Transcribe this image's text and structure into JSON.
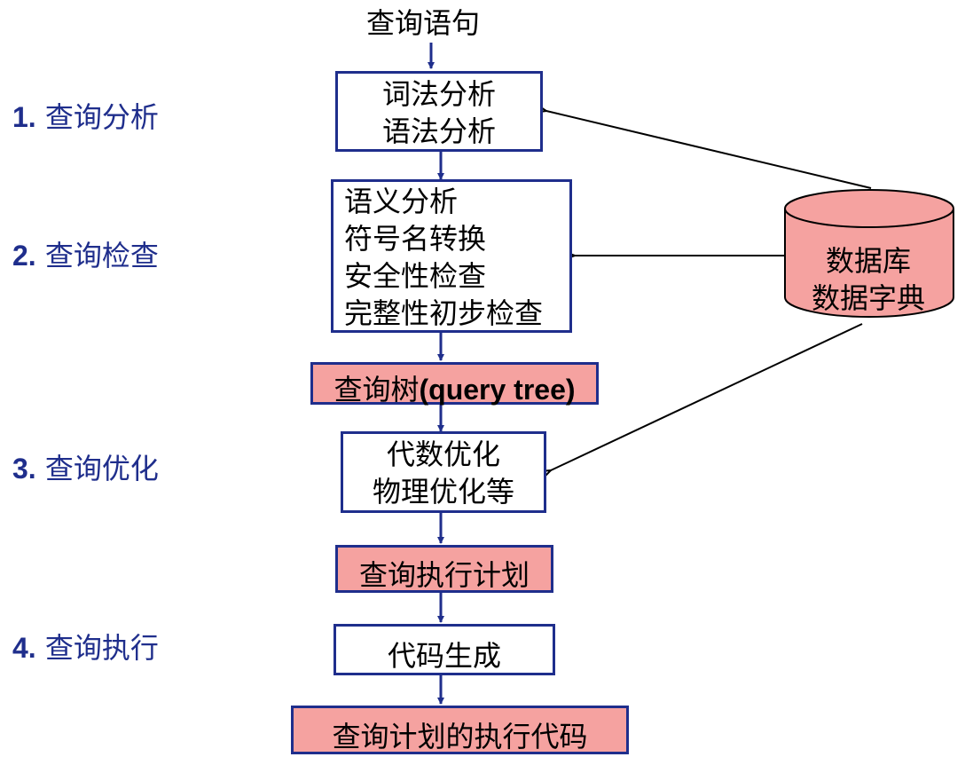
{
  "colors": {
    "border": "#1f2e8c",
    "step_label": "#1f2e8c",
    "highlight": "#f5a2a0",
    "arrow": "#1f2e8c"
  },
  "input": {
    "label": "查询语句"
  },
  "steps": [
    {
      "number": "1.",
      "label": "查询分析"
    },
    {
      "number": "2.",
      "label": "查询检查"
    },
    {
      "number": "3.",
      "label": "查询优化"
    },
    {
      "number": "4.",
      "label": "查询执行"
    }
  ],
  "boxes": {
    "lexical": {
      "lines": [
        "词法分析",
        "语法分析"
      ]
    },
    "semantic": {
      "lines": [
        "语义分析",
        "符号名转换",
        "安全性检查",
        "完整性初步检查"
      ]
    },
    "query_tree": {
      "label_cn": "查询树",
      "label_en": "(query tree)"
    },
    "optimize": {
      "lines": [
        "代数优化",
        "物理优化等"
      ]
    },
    "exec_plan": {
      "label": "查询执行计划"
    },
    "codegen": {
      "label": "代码生成"
    },
    "exec_code": {
      "label": "查询计划的执行代码"
    }
  },
  "database": {
    "lines": [
      "数据库",
      "数据字典"
    ]
  }
}
